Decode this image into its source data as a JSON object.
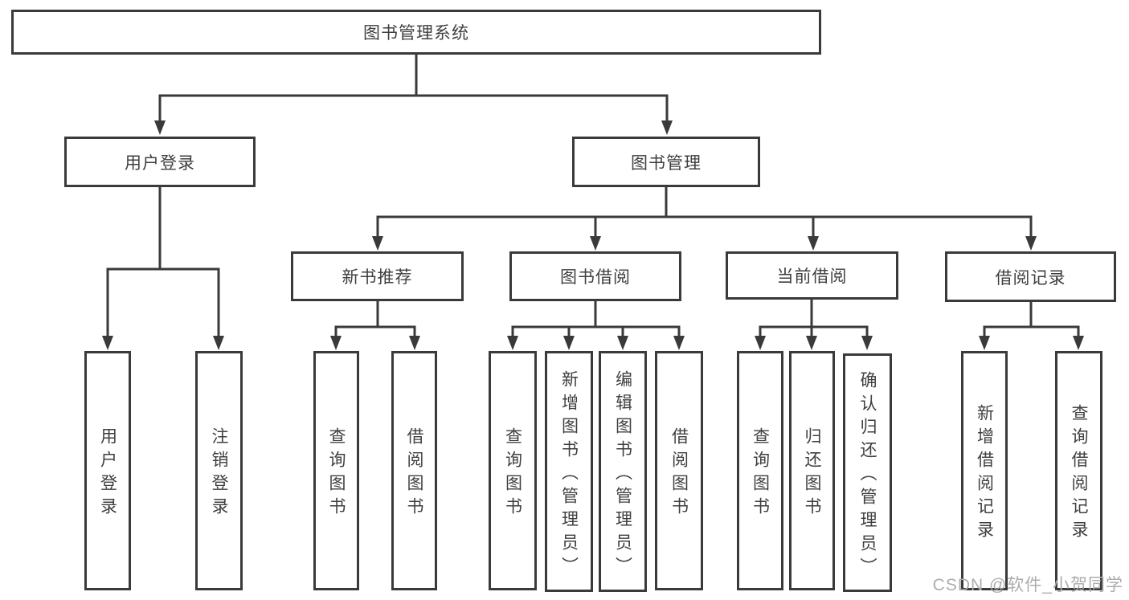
{
  "diagram": {
    "title": "图书管理系统",
    "nodes": {
      "root": {
        "label": "图书管理系统",
        "children": [
          "userLogin",
          "bookMgmt"
        ]
      },
      "userLogin": {
        "label": "用户登录",
        "children": [
          "leafUserLogin",
          "leafLogout"
        ]
      },
      "bookMgmt": {
        "label": "图书管理",
        "children": [
          "newBookRec",
          "bookBorrow",
          "currentBorrow",
          "borrowRecord"
        ]
      },
      "newBookRec": {
        "label": "新书推荐",
        "children": [
          "leafNbQuery",
          "leafNbBorrow"
        ]
      },
      "bookBorrow": {
        "label": "图书借阅",
        "children": [
          "leafBbQuery",
          "leafBbAdd",
          "leafBbEdit",
          "leafBbBorrow"
        ]
      },
      "currentBorrow": {
        "label": "当前借阅",
        "children": [
          "leafCbQuery",
          "leafCbReturn",
          "leafCbConfirm"
        ]
      },
      "borrowRecord": {
        "label": "借阅记录",
        "children": [
          "leafBrAdd",
          "leafBrQuery"
        ]
      },
      "leafUserLogin": {
        "label": "用户登录",
        "children": []
      },
      "leafLogout": {
        "label": "注销登录",
        "children": []
      },
      "leafNbQuery": {
        "label": "查询图书",
        "children": []
      },
      "leafNbBorrow": {
        "label": "借阅图书",
        "children": []
      },
      "leafBbQuery": {
        "label": "查询图书",
        "children": []
      },
      "leafBbAdd": {
        "label": "新增图书（管理员）",
        "children": []
      },
      "leafBbEdit": {
        "label": "编辑图书（管理员）",
        "children": []
      },
      "leafBbBorrow": {
        "label": "借阅图书",
        "children": []
      },
      "leafCbQuery": {
        "label": "查询图书",
        "children": []
      },
      "leafCbReturn": {
        "label": "归还图书",
        "children": []
      },
      "leafCbConfirm": {
        "label": "确认归还（管理员）",
        "children": []
      },
      "leafBrAdd": {
        "label": "新增借阅记录",
        "children": []
      },
      "leafBrQuery": {
        "label": "查询借阅记录",
        "children": []
      }
    }
  },
  "watermark": {
    "text": "CSDN @软件_小贺同学"
  },
  "colors": {
    "line": "#3a3a3a",
    "box_border": "#3a3a3a",
    "text": "#3f3f3f",
    "background": "#ffffff",
    "watermark": "#adadad"
  }
}
